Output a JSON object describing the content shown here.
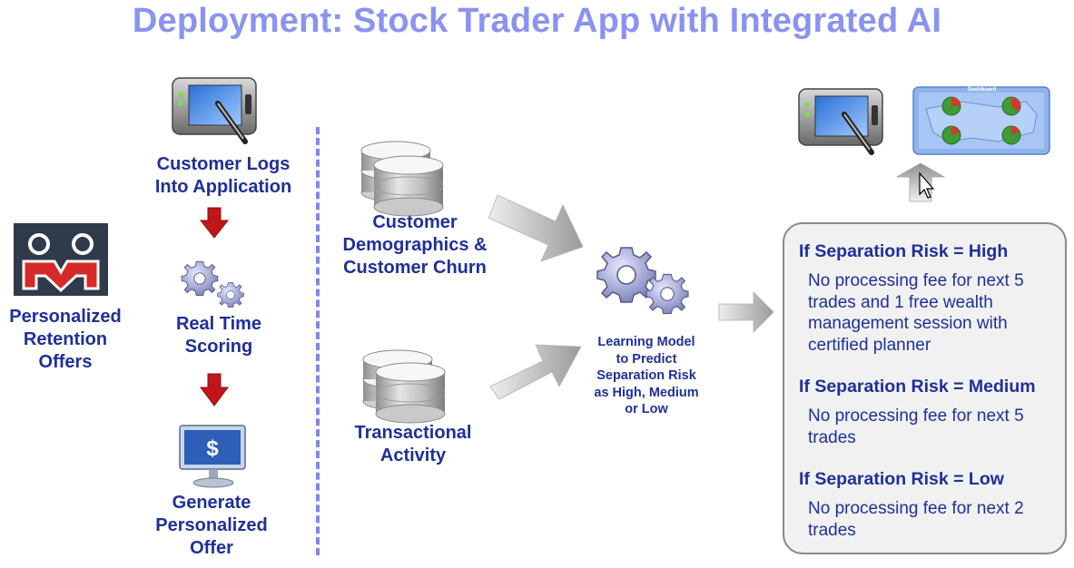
{
  "title": "Deployment: Stock Trader App with Integrated AI",
  "left_column": {
    "label_lines": [
      "Personalized",
      "Retention",
      "Offers"
    ]
  },
  "process": {
    "step1_lines": [
      "Customer Logs",
      "Into Application"
    ],
    "step2_lines": [
      "Real Time",
      "Scoring"
    ],
    "step3_lines": [
      "Generate",
      "Personalized",
      "Offer"
    ],
    "dollar_symbol": "$"
  },
  "data_sources": {
    "source1_lines": [
      "Customer",
      "Demographics &",
      "Customer Churn"
    ],
    "source2_lines": [
      "Transactional",
      "Activity"
    ]
  },
  "model": {
    "label_lines": [
      "Learning Model",
      "to Predict",
      "Separation Risk",
      "as High, Medium",
      "or Low"
    ]
  },
  "dashboard": {
    "label": "Dashboard"
  },
  "rules": [
    {
      "heading": "If Separation Risk = High",
      "detail_lines": [
        "No processing fee for next 5",
        "trades and 1 free wealth",
        "management session with",
        "certified planner"
      ]
    },
    {
      "heading": "If Separation Risk = Medium",
      "detail_lines": [
        "No processing fee for next 5",
        "trades"
      ]
    },
    {
      "heading": "If Separation Risk = Low",
      "detail_lines": [
        "No processing fee for next 2",
        "trades"
      ]
    }
  ],
  "colors": {
    "title": "#8a93f0",
    "label": "#1f2f9a",
    "down_arrow": "#c0161b",
    "divider": "#7f86ee",
    "panel_bg": "#f1f1f1",
    "logo_bg": "#2f3a4a",
    "logo_figure": "#d62a2a"
  }
}
